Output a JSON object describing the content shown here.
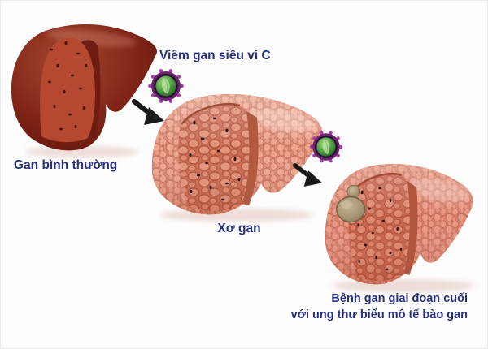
{
  "figure": {
    "stage1_label": "Gan bình thường",
    "virus_label": "Viêm gan siêu vi C",
    "stage2_label": "Xơ gan",
    "stage3_label_line1": "Bệnh gan giai đoạn cuối",
    "stage3_label_line2": "với ung thư biểu mô tế bào gan"
  },
  "icons": {
    "virus_icon_1": "hepatitis-c-virus-icon",
    "virus_icon_2": "hepatitis-c-virus-icon",
    "arrow_icon_1": "progression-arrow-icon",
    "arrow_icon_2": "progression-arrow-icon",
    "tumor": "liver-tumor"
  },
  "colors": {
    "background": "#fdfdfd",
    "label_text": "#262f80",
    "healthy_liver": "#8a2c1e",
    "healthy_liver_cut_surface": "#b5492f",
    "cirrhotic_liver": "#e2937b",
    "cirrhotic_liver_cut_surface": "#d6765c",
    "endstage_liver": "#d98268",
    "tumor": "#ac9a7c",
    "virus_capsid": "#6d2470",
    "virus_core": "#58a74b",
    "arrow": "#1a1a1a"
  }
}
